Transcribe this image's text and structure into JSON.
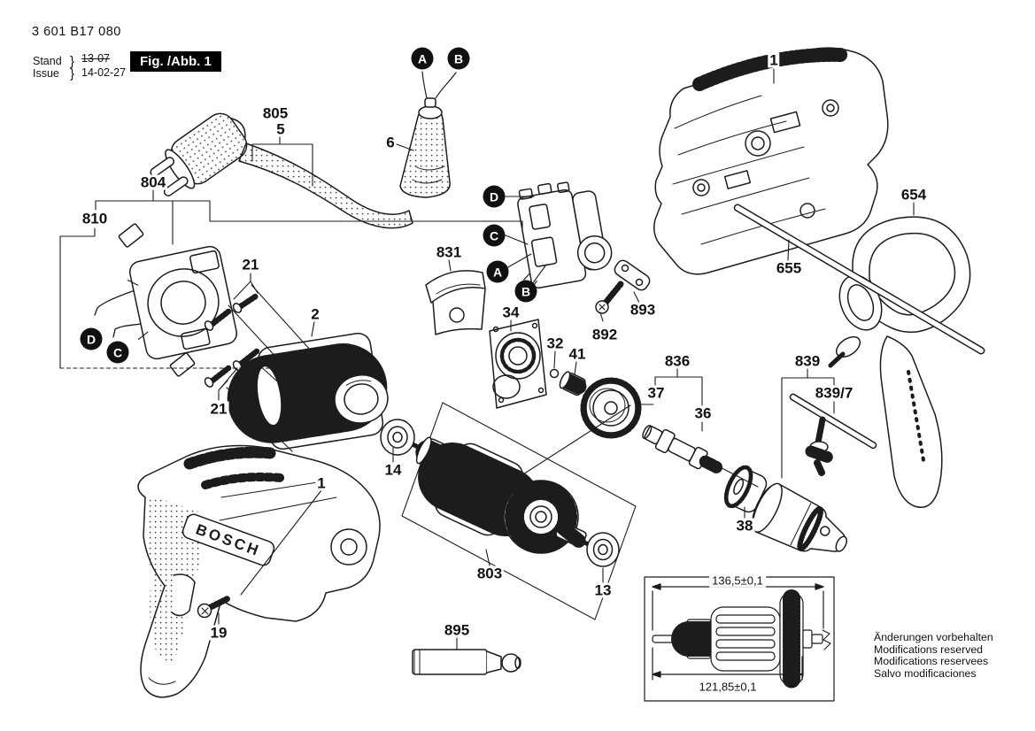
{
  "header": {
    "part_number": "3 601 B17 080",
    "stand_label": "Stand",
    "issue_label": "Issue",
    "brace": "}",
    "superseded_date": "13-07",
    "issue_date": "14-02-27",
    "figure_label": "Fig. /Abb. 1"
  },
  "brand": "BOSCH",
  "connection_letters": {
    "a": "A",
    "b": "B",
    "c": "C",
    "d": "D"
  },
  "part_labels": {
    "p1": "1",
    "p2": "2",
    "p5": "5",
    "p6": "6",
    "p13": "13",
    "p14": "14",
    "p19": "19",
    "p21": "21",
    "p32": "32",
    "p34": "34",
    "p36": "36",
    "p37": "37",
    "p38": "38",
    "p41": "41",
    "p654": "654",
    "p655": "655",
    "p803": "803",
    "p804": "804",
    "p805": "805",
    "p810": "810",
    "p831": "831",
    "p836": "836",
    "p839": "839",
    "p839_7": "839/7",
    "p892": "892",
    "p893": "893",
    "p895": "895"
  },
  "dimensions": {
    "overall_length": "136,5±0,1",
    "secondary_length": "121,85±0,1"
  },
  "footer": {
    "lines": [
      "Änderungen vorbehalten",
      "Modifications reserved",
      "Modifications reservees",
      "Salvo modificaciones"
    ]
  }
}
